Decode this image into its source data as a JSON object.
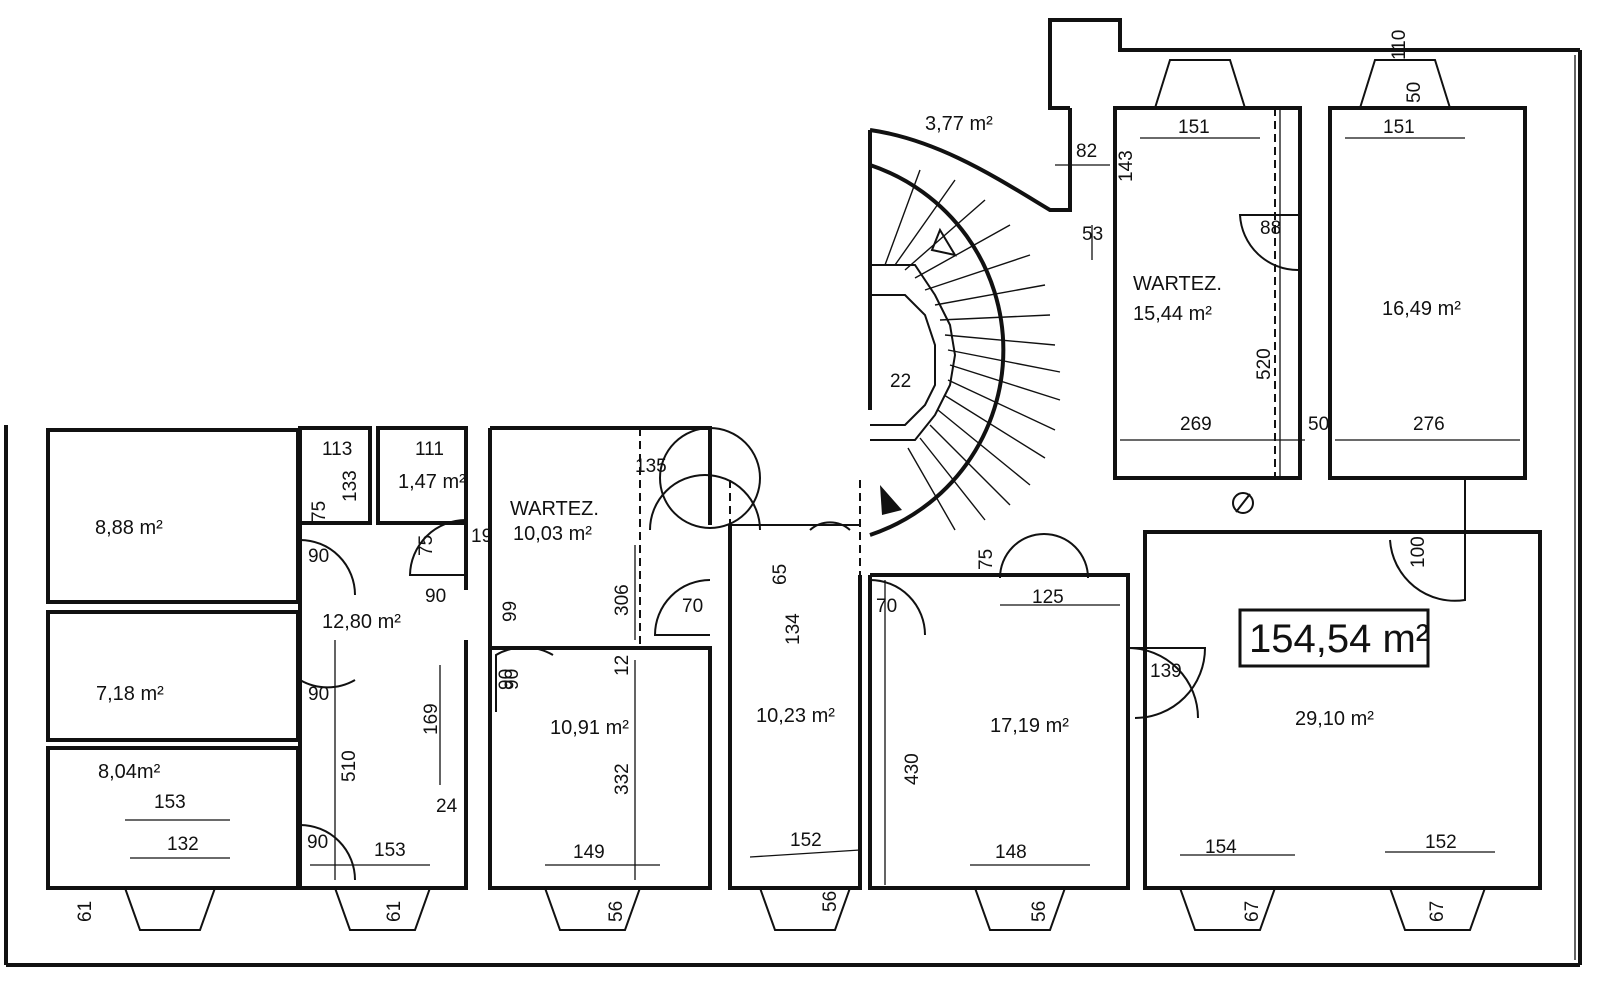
{
  "floor_plan": {
    "total_area": "154,54 m²",
    "rooms": [
      {
        "id": "r1",
        "label": "",
        "area": "8,88 m²"
      },
      {
        "id": "r2",
        "label": "",
        "area": "7,18 m²"
      },
      {
        "id": "r3",
        "label": "",
        "area": "8,04m²"
      },
      {
        "id": "r4",
        "label": "",
        "area": "1,47 m²"
      },
      {
        "id": "r5",
        "label": "",
        "area": "12,80 m²"
      },
      {
        "id": "r6",
        "label": "WARTEZ.",
        "area": "10,03 m²"
      },
      {
        "id": "r7",
        "label": "",
        "area": "10,91 m²"
      },
      {
        "id": "r8",
        "label": "",
        "area": "10,23 m²"
      },
      {
        "id": "r9",
        "label": "",
        "area": "17,19 m²"
      },
      {
        "id": "r10",
        "label": "",
        "area": "29,10 m²"
      },
      {
        "id": "r11",
        "label": "WARTEZ.",
        "area": "15,44 m²"
      },
      {
        "id": "r12",
        "label": "",
        "area": "16,49 m²"
      },
      {
        "id": "r13",
        "label": "",
        "area": "3,77 m²"
      }
    ],
    "dimensions": [
      "113",
      "111",
      "133",
      "75",
      "75",
      "19",
      "90",
      "90",
      "99",
      "90",
      "90",
      "90",
      "169",
      "510",
      "24",
      "153",
      "132",
      "153",
      "61",
      "61",
      "135",
      "306",
      "12",
      "90",
      "332",
      "149",
      "56",
      "65",
      "70",
      "134",
      "70",
      "152",
      "56",
      "430",
      "148",
      "56",
      "75",
      "125",
      "139",
      "154",
      "152",
      "67",
      "67",
      "100",
      "269",
      "50",
      "276",
      "520",
      "88",
      "53",
      "82",
      "143",
      "151",
      "151",
      "110",
      "50",
      "22"
    ]
  }
}
